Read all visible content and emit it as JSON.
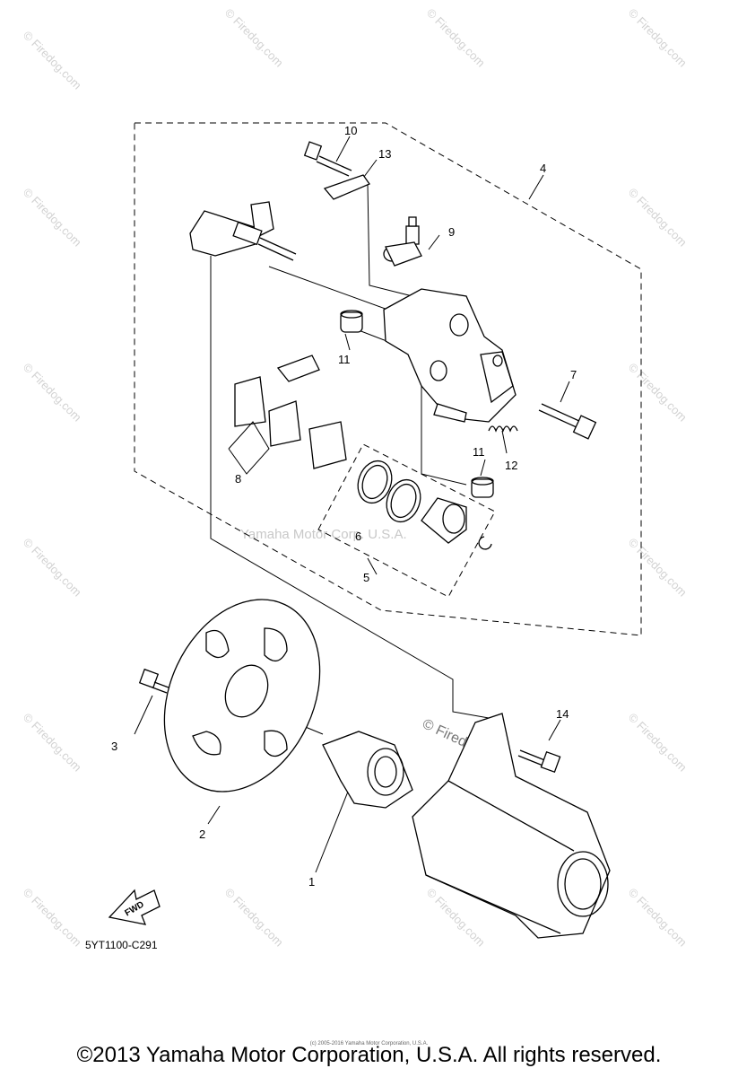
{
  "watermark": {
    "text": "© Firedog.com",
    "center_text": "Yamaha Motor Corp. U.S.A."
  },
  "callouts": {
    "c1": "1",
    "c2": "2",
    "c3": "3",
    "c4": "4",
    "c5": "5",
    "c6": "6",
    "c7": "7",
    "c8": "8",
    "c9": "9",
    "c10": "10",
    "c11a": "11",
    "c11b": "11",
    "c12": "12",
    "c13": "13",
    "c14": "14"
  },
  "diagram_code": "5YT1100-C291",
  "fwd_label": "FWD",
  "fine_print": "(c) 2005-2016 Yamaha Motor Corporation, U.S.A.",
  "copyright": "©2013 Yamaha Motor Corporation, U.S.A. All rights reserved."
}
